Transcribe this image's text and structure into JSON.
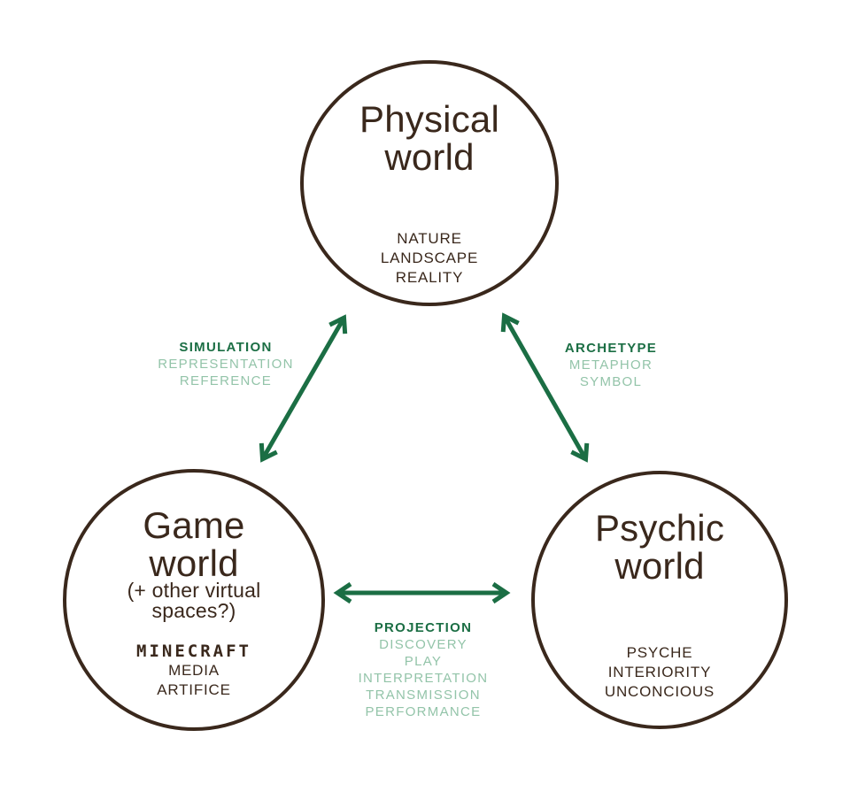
{
  "colors": {
    "outline_and_text": "#3a281c",
    "arrow_and_primary_label": "#1b6e44",
    "secondary_label": "#93c4a9",
    "background": "#ffffff"
  },
  "nodes": {
    "physical": {
      "name_line1": "Physical",
      "name_line2": "world",
      "terms": [
        "NATURE",
        "LANDSCAPE",
        "REALITY"
      ]
    },
    "game": {
      "name_line1": "Game",
      "name_line2": "world",
      "note_line1": "(+ other virtual",
      "note_line2": "spaces?)",
      "terms": [
        "MINECRAFT",
        "MEDIA",
        "ARTIFICE"
      ]
    },
    "psychic": {
      "name_line1": "Psychic",
      "name_line2": "world",
      "terms": [
        "PSYCHE",
        "INTERIORITY",
        "UNCONCIOUS"
      ]
    }
  },
  "relations": {
    "game_physical": {
      "primary": "SIMULATION",
      "secondary": [
        "REPRESENTATION",
        "REFERENCE"
      ]
    },
    "physical_psychic": {
      "primary": "ARCHETYPE",
      "secondary": [
        "METAPHOR",
        "SYMBOL"
      ]
    },
    "game_psychic": {
      "primary": "PROJECTION",
      "secondary": [
        "DISCOVERY",
        "PLAY",
        "INTERPRETATION",
        "TRANSMISSION",
        "PERFORMANCE"
      ]
    }
  }
}
